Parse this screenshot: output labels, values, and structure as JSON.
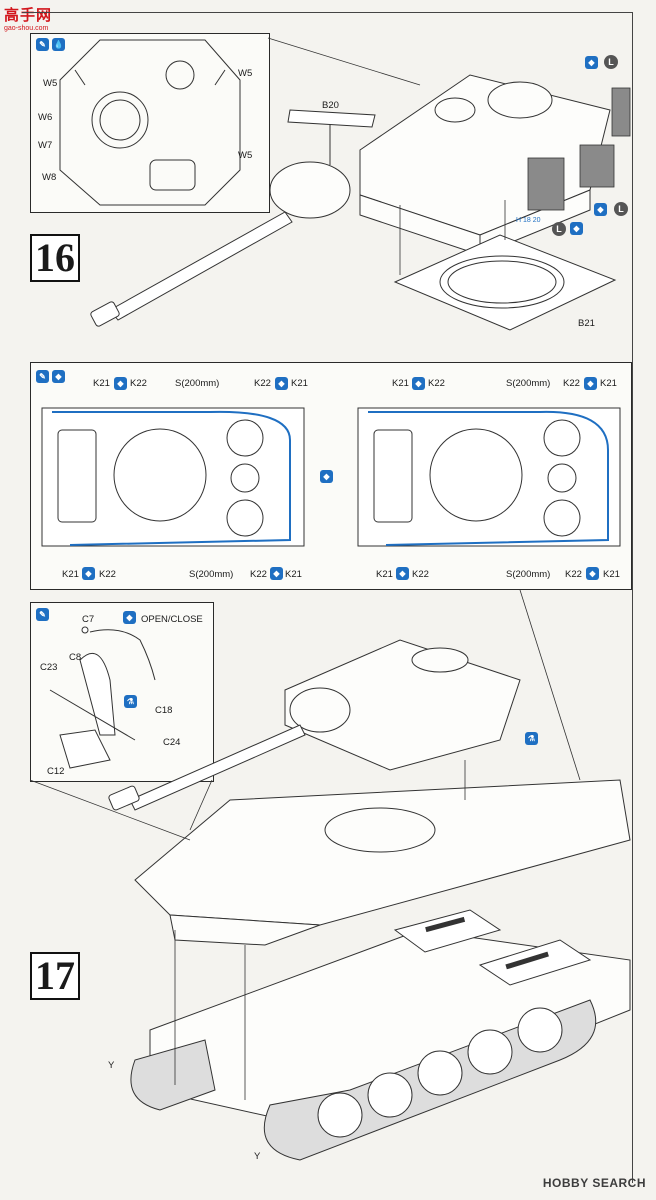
{
  "watermark": {
    "brand": "高手网",
    "url": "gao-shou.com"
  },
  "step16": {
    "number": "16",
    "inset_labels": [
      "W5",
      "W5",
      "W6",
      "W7",
      "W8",
      "W5"
    ],
    "part_labels": {
      "b20": "B20",
      "b21": "B21",
      "ref": "H 18 20"
    },
    "badge_L": "L"
  },
  "middle": {
    "left": {
      "k21_top": "K21",
      "k22_top": "K22",
      "s_top": "S(200mm)",
      "k22_tr": "K22",
      "k21_tr": "K21",
      "k21_bl": "K21",
      "k22_bl": "K22",
      "s_bot": "S(200mm)",
      "k22_br": "K22",
      "k21_br": "K21"
    },
    "right": {
      "k21_top": "K21",
      "k22_top": "K22",
      "s_top": "S(200mm)",
      "k22_tr": "K22",
      "k21_tr": "K21",
      "k21_bl": "K21",
      "k22_bl": "K22",
      "s_bot": "S(200mm)",
      "k22_br": "K22",
      "k21_br": "K21"
    }
  },
  "step17": {
    "number": "17",
    "inset": {
      "c7": "C7",
      "open_close": "OPEN/CLOSE",
      "c8": "C8",
      "c23": "C23",
      "c18": "C18",
      "c24": "C24",
      "c12": "C12"
    },
    "y_labels": [
      "Y",
      "Y"
    ]
  },
  "footer": {
    "brand": "HOBBY SEARCH"
  },
  "colors": {
    "accent": "#1f6fc2",
    "line": "#2a2a2a",
    "paper": "#fbfbf8"
  }
}
